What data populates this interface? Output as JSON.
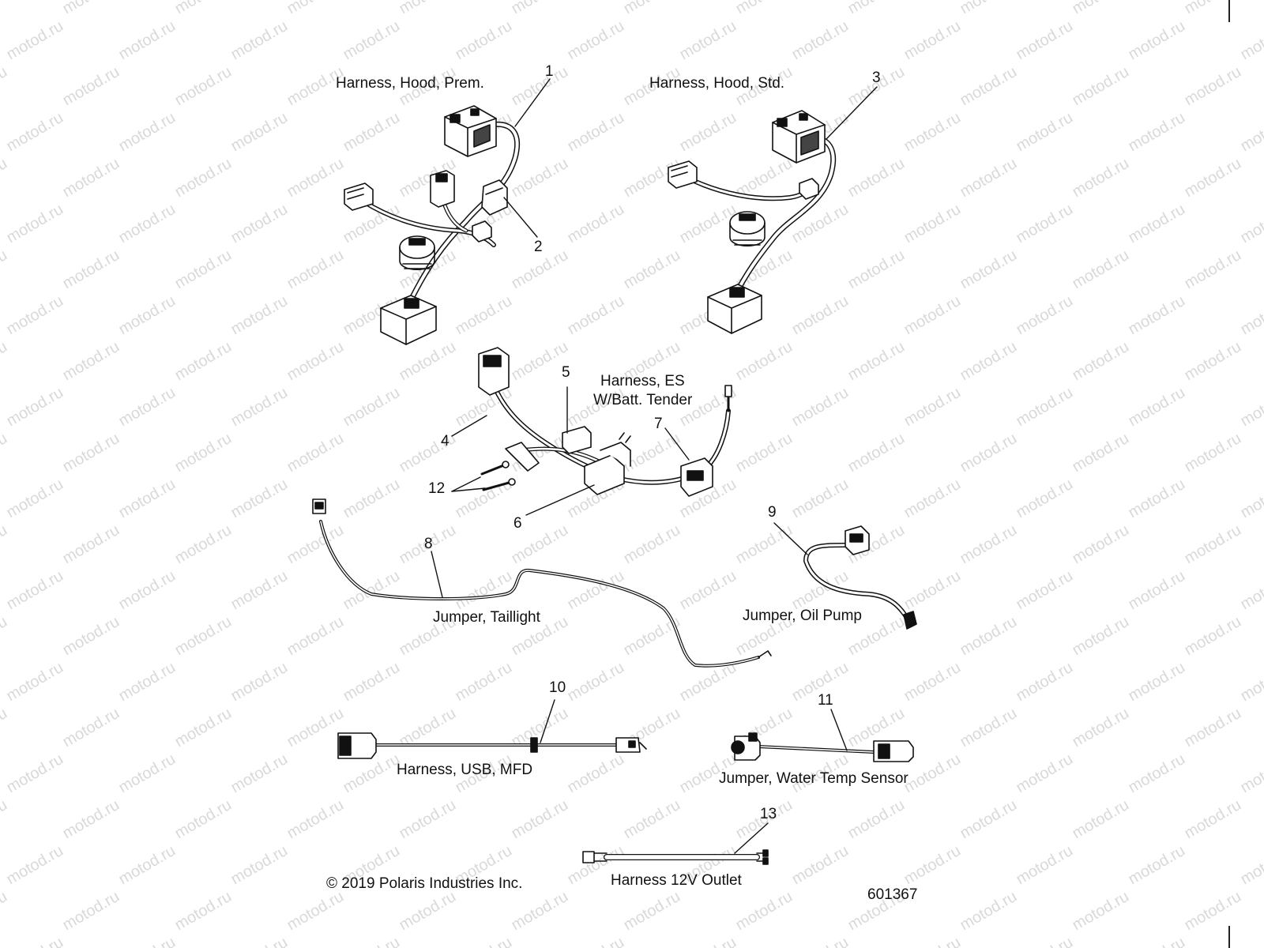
{
  "diagram": {
    "labels": {
      "hood_prem": "Harness, Hood, Prem.",
      "hood_std": "Harness, Hood, Std.",
      "es_line1": "Harness, ES",
      "es_line2": "W/Batt. Tender",
      "taillight": "Jumper, Taillight",
      "oil_pump": "Jumper, Oil Pump",
      "usb_mfd": "Harness, USB, MFD",
      "water_temp": "Jumper, Water Temp Sensor",
      "outlet_12v": "Harness 12V Outlet"
    },
    "callouts": {
      "c1": "1",
      "c2": "2",
      "c3": "3",
      "c4": "4",
      "c5": "5",
      "c6": "6",
      "c7": "7",
      "c8": "8",
      "c9": "9",
      "c10": "10",
      "c11": "11",
      "c12": "12",
      "c13": "13"
    },
    "copyright": "© 2019 Polaris Industries Inc.",
    "figure_id": "601367",
    "watermark": "motod.ru",
    "colors": {
      "line": "#111111",
      "watermark": "#d9d9d9",
      "background": "#ffffff"
    }
  }
}
